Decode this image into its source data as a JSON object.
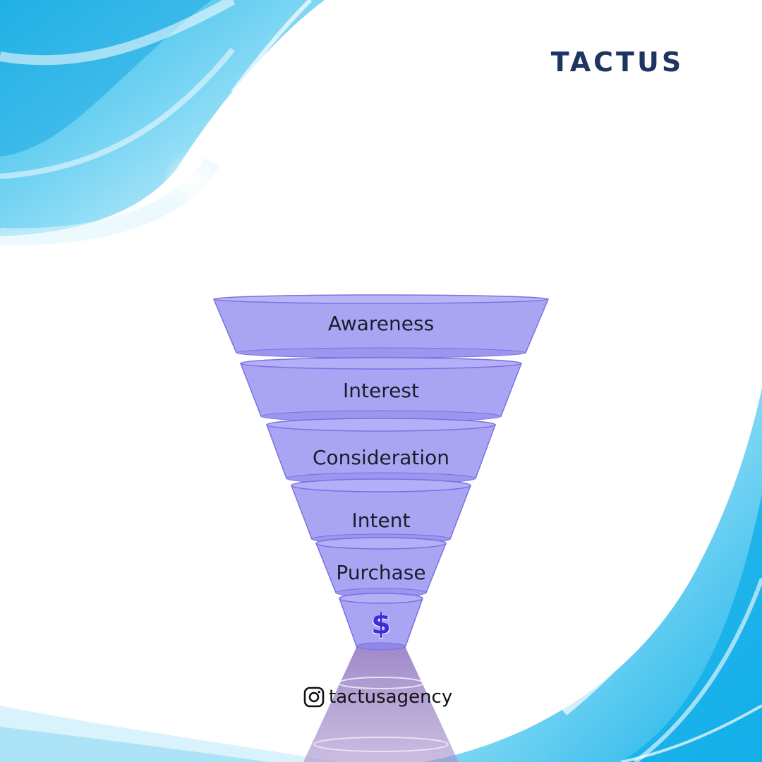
{
  "brand": {
    "name": "TACTUS"
  },
  "funnel": {
    "stages": [
      {
        "label": "Awareness"
      },
      {
        "label": "Interest"
      },
      {
        "label": "Consideration"
      },
      {
        "label": "Intent"
      },
      {
        "label": "Purchase"
      }
    ],
    "tip_symbol": "$",
    "fill_color": "#a7a2f2",
    "edge_color": "#6e63dd"
  },
  "social": {
    "icon": "instagram-icon",
    "handle": "tactusagency"
  },
  "colors": {
    "brand_text": "#1e3560",
    "wave_blue": "#22b8ea",
    "dollar": "#3a2ed8"
  }
}
